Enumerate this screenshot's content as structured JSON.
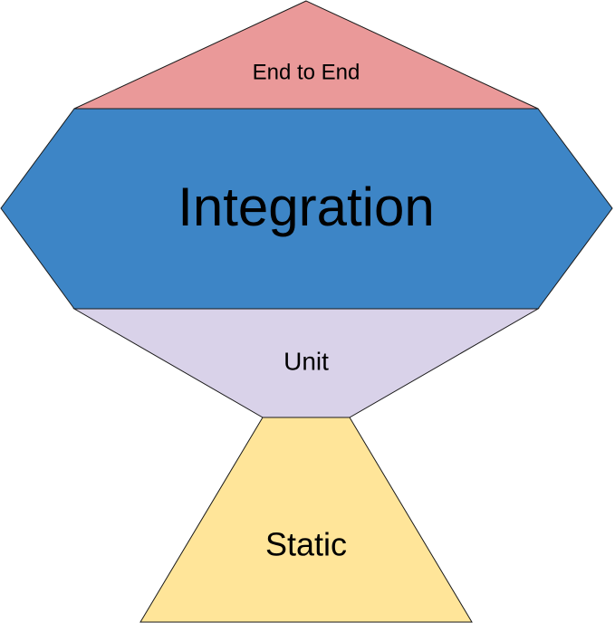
{
  "layers": {
    "end_to_end": {
      "label": "End to End",
      "color": "#ea9999"
    },
    "integration": {
      "label": "Integration",
      "color": "#3d85c6"
    },
    "unit": {
      "label": "Unit",
      "color": "#d9d2e9"
    },
    "static": {
      "label": "Static",
      "color": "#ffe599"
    }
  }
}
